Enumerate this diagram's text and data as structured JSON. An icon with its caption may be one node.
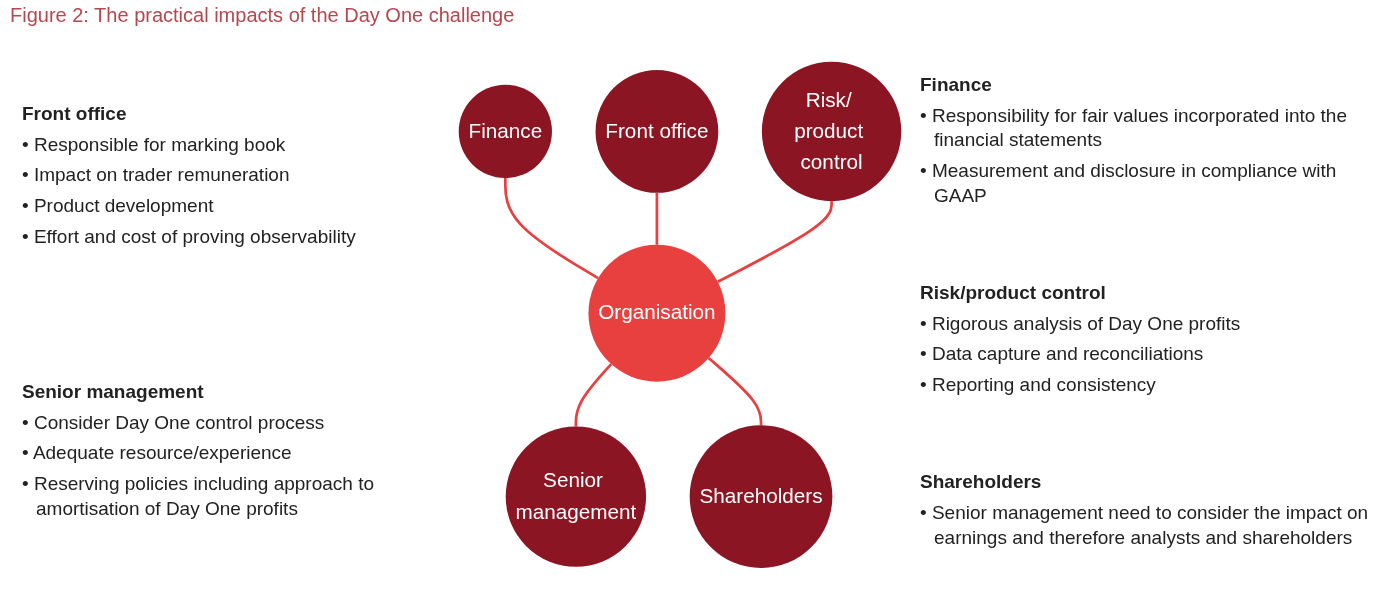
{
  "diagram": {
    "title": "Figure 2: The practical impacts of the Day One challenge",
    "nodes": [
      {
        "text": [
          "Finance"
        ],
        "beside": [
          "Finance",
          "• Responsibility for fair values incorporated into the financial statements",
          "• Measurement and disclosure in compliance with GAAP"
        ]
      },
      {
        "text": [
          "Front office"
        ],
        "beside": [
          "Front office",
          "• Responsible for marking book",
          "• Impact on trader remuneration",
          "• Product development",
          "• Effort and cost of proving observability"
        ]
      },
      {
        "text": [
          "Risk/ product control"
        ],
        "beside": [
          "Risk/product control",
          "• Rigorous analysis of Day One profits",
          "• Data capture and reconciliations",
          "• Reporting and consistency"
        ]
      },
      {
        "text": [
          "Organisation"
        ]
      },
      {
        "text": [
          "Senior management"
        ],
        "beside": [
          "Senior management",
          "• Consider Day One control process",
          "• Adequate resource/experience",
          "• Reserving policies including approach to amortisation of Day One profits"
        ]
      },
      {
        "text": [
          "Shareholders"
        ],
        "beside": [
          "Shareholders",
          "• Senior management need to consider the impact on earnings and therefore analysts and shareholders"
        ]
      }
    ],
    "edges": [
      {
        "from": 0,
        "to": 3,
        "arrow": "none"
      },
      {
        "from": 1,
        "to": 3,
        "arrow": "none"
      },
      {
        "from": 2,
        "to": 3,
        "arrow": "none"
      },
      {
        "from": 3,
        "to": 4,
        "arrow": "none"
      },
      {
        "from": 3,
        "to": 5,
        "arrow": "none"
      }
    ]
  }
}
